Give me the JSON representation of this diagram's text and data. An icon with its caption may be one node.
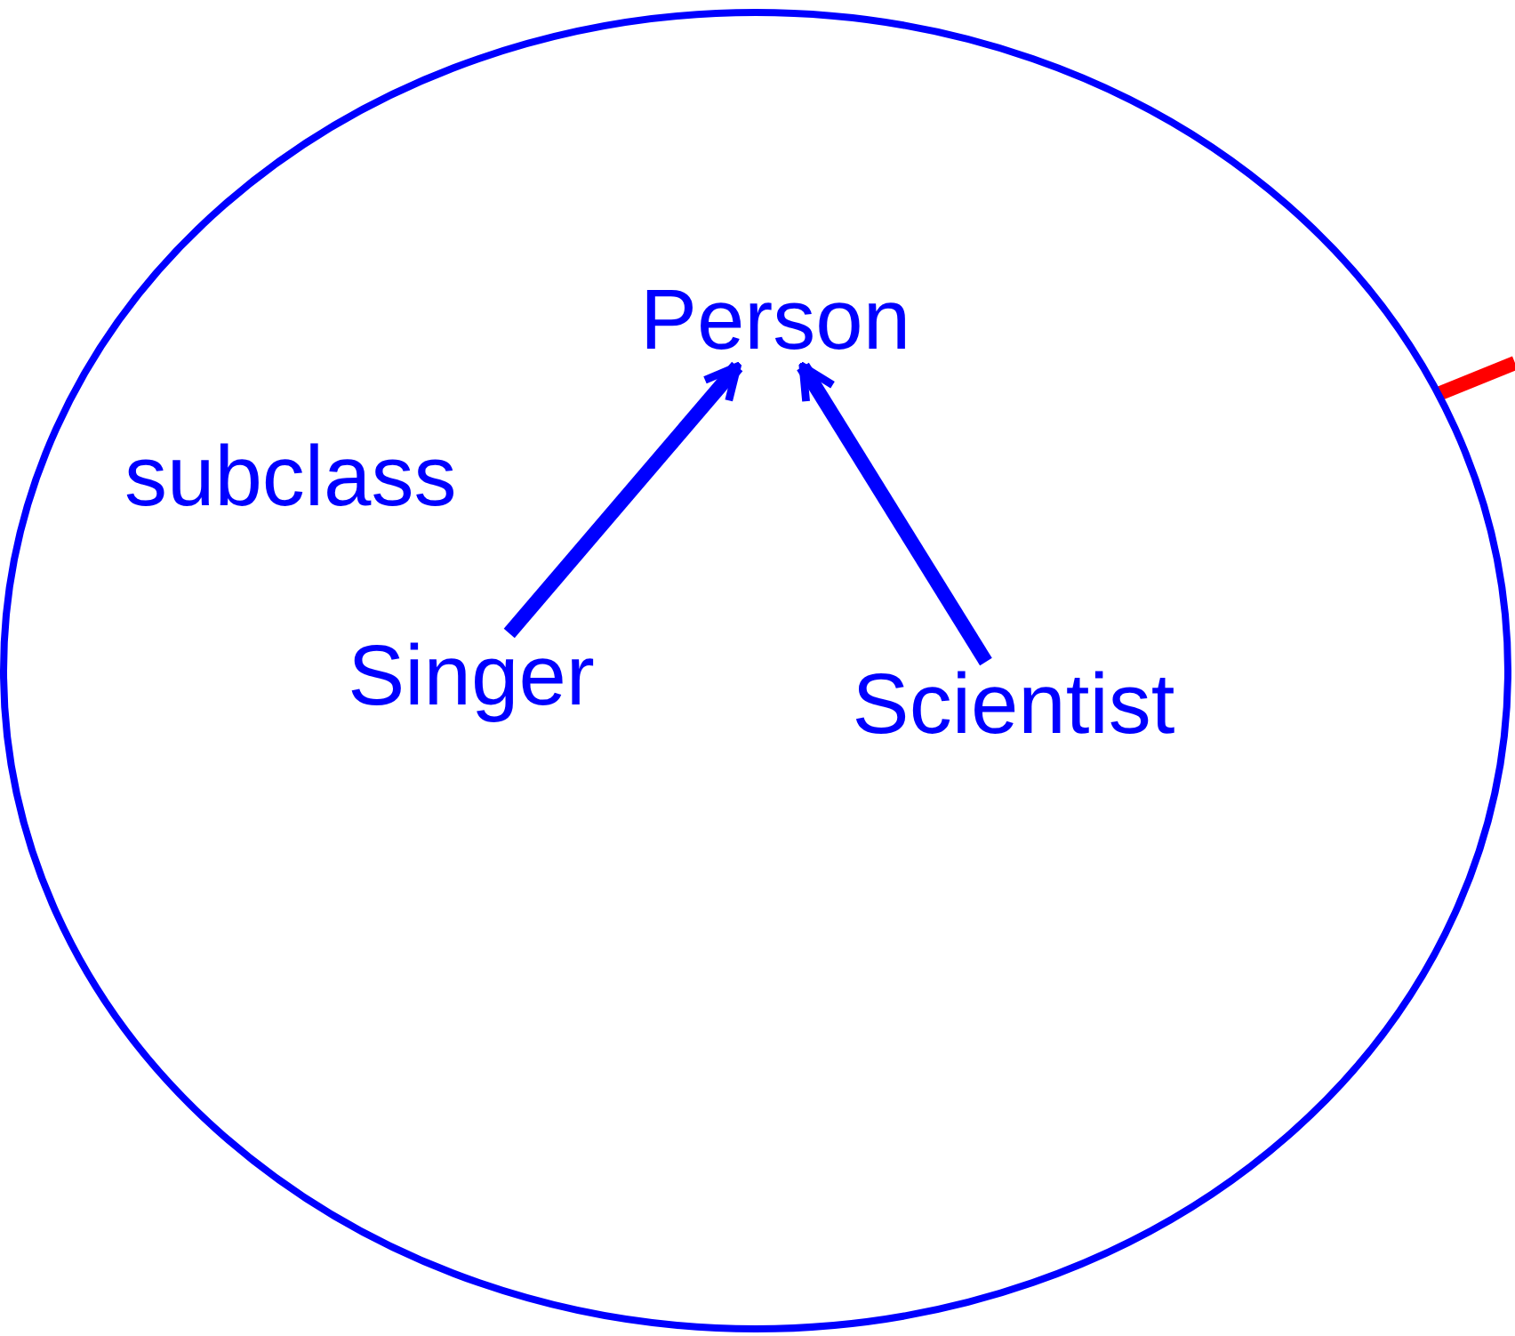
{
  "diagram": {
    "nodes": [
      {
        "text": [
          "subclass"
        ]
      },
      {
        "text": [
          "Person"
        ],
        "in": 0
      },
      {
        "text": [
          "Singer"
        ],
        "in": 0
      },
      {
        "text": [
          "Scientist"
        ],
        "in": 0
      }
    ],
    "edges": [
      {
        "from": 2,
        "to": 1,
        "arrow": "to"
      },
      {
        "from": 3,
        "to": 1,
        "arrow": "to"
      },
      {
        "from": 0,
        "to": null,
        "arrow": "none",
        "color": "#ff0000"
      }
    ]
  }
}
